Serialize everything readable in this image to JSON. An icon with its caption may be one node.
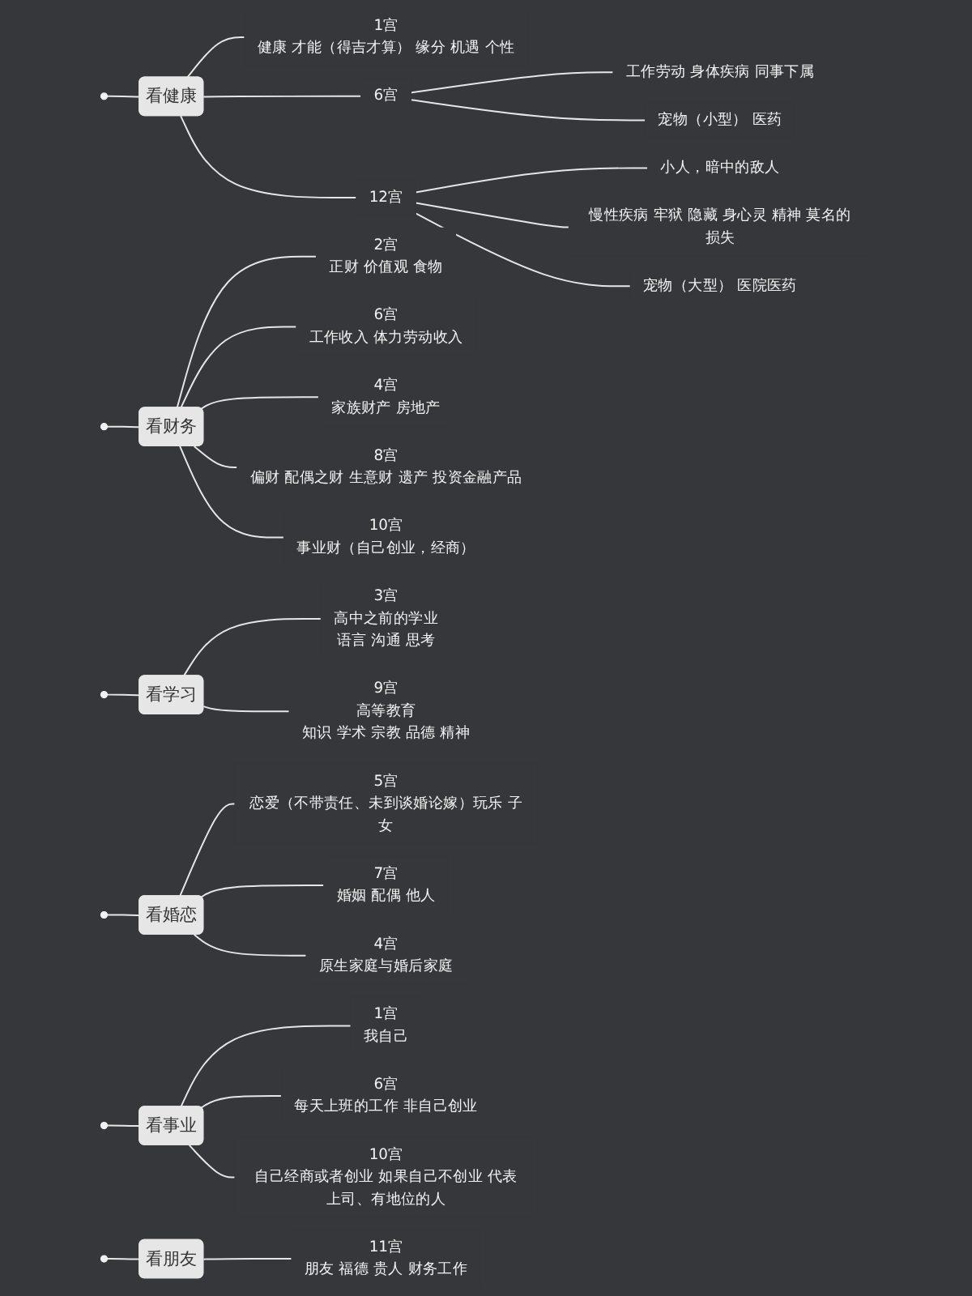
{
  "diagram": {
    "nodes": [
      {
        "text": [
          "看健康"
        ]
      },
      {
        "text": [
          "1宫",
          "健康 才能（得吉才算） 缘分 机遇 个性"
        ]
      },
      {
        "text": [
          "6宫"
        ]
      },
      {
        "text": [
          "工作劳动 身体疾病 同事下属"
        ]
      },
      {
        "text": [
          "宠物（小型） 医药"
        ]
      },
      {
        "text": [
          "12宫"
        ]
      },
      {
        "text": [
          "小人，暗中的敌人"
        ]
      },
      {
        "text": [
          "慢性疾病 牢狱 隐藏 身心灵 精神 莫名的损失"
        ]
      },
      {
        "text": [
          "宠物（大型） 医院医药"
        ]
      },
      {
        "text": [
          "看财务"
        ]
      },
      {
        "text": [
          "2宫",
          "正财 价值观 食物"
        ]
      },
      {
        "text": [
          "6宫",
          "工作收入 体力劳动收入"
        ]
      },
      {
        "text": [
          "4宫",
          "家族财产 房地产"
        ]
      },
      {
        "text": [
          "8宫",
          "偏财 配偶之财 生意财 遗产 投资金融产品"
        ]
      },
      {
        "text": [
          "10宫",
          "事业财（自己创业，经商）"
        ]
      },
      {
        "text": [
          "看学习"
        ]
      },
      {
        "text": [
          "3宫",
          "高中之前的学业",
          "语言 沟通 思考"
        ]
      },
      {
        "text": [
          "9宫",
          "高等教育",
          "知识 学术 宗教 品德 精神"
        ]
      },
      {
        "text": [
          "看婚恋"
        ]
      },
      {
        "text": [
          "5宫",
          "恋爱（不带责任、未到谈婚论嫁）玩乐 子女"
        ]
      },
      {
        "text": [
          "7宫",
          "婚姻 配偶 他人"
        ]
      },
      {
        "text": [
          "4宫",
          "原生家庭与婚后家庭"
        ]
      },
      {
        "text": [
          "看事业"
        ]
      },
      {
        "text": [
          "1宫",
          "我自己"
        ]
      },
      {
        "text": [
          "6宫",
          "每天上班的工作 非自己创业"
        ]
      },
      {
        "text": [
          "10宫",
          "自己经商或者创业 如果自己不创业 代表上司、有地位的人"
        ]
      },
      {
        "text": [
          "看朋友"
        ]
      },
      {
        "text": [
          "11宫",
          "朋友 福德 贵人 财务工作"
        ]
      }
    ],
    "edges": [
      {
        "from": null,
        "to": 0,
        "arrow": "none"
      },
      {
        "from": 0,
        "to": 1,
        "arrow": "none"
      },
      {
        "from": 0,
        "to": 2,
        "arrow": "none"
      },
      {
        "from": 2,
        "to": 3,
        "arrow": "none"
      },
      {
        "from": 2,
        "to": 4,
        "arrow": "none"
      },
      {
        "from": 0,
        "to": 5,
        "arrow": "none"
      },
      {
        "from": 5,
        "to": 6,
        "arrow": "none"
      },
      {
        "from": 5,
        "to": 7,
        "arrow": "none"
      },
      {
        "from": 5,
        "to": 8,
        "arrow": "none"
      },
      {
        "from": null,
        "to": 9,
        "arrow": "none"
      },
      {
        "from": 9,
        "to": 10,
        "arrow": "none"
      },
      {
        "from": 9,
        "to": 11,
        "arrow": "none"
      },
      {
        "from": 9,
        "to": 12,
        "arrow": "none"
      },
      {
        "from": 9,
        "to": 13,
        "arrow": "none"
      },
      {
        "from": 9,
        "to": 14,
        "arrow": "none"
      },
      {
        "from": null,
        "to": 15,
        "arrow": "none"
      },
      {
        "from": 15,
        "to": 16,
        "arrow": "none"
      },
      {
        "from": 15,
        "to": 17,
        "arrow": "none"
      },
      {
        "from": null,
        "to": 18,
        "arrow": "none"
      },
      {
        "from": 18,
        "to": 19,
        "arrow": "none"
      },
      {
        "from": 18,
        "to": 20,
        "arrow": "none"
      },
      {
        "from": 18,
        "to": 21,
        "arrow": "none"
      },
      {
        "from": null,
        "to": 22,
        "arrow": "none"
      },
      {
        "from": 22,
        "to": 23,
        "arrow": "none"
      },
      {
        "from": 22,
        "to": 24,
        "arrow": "none"
      },
      {
        "from": 22,
        "to": 25,
        "arrow": "none"
      },
      {
        "from": null,
        "to": 26,
        "arrow": "none"
      },
      {
        "from": 26,
        "to": 27,
        "arrow": "none"
      }
    ]
  }
}
